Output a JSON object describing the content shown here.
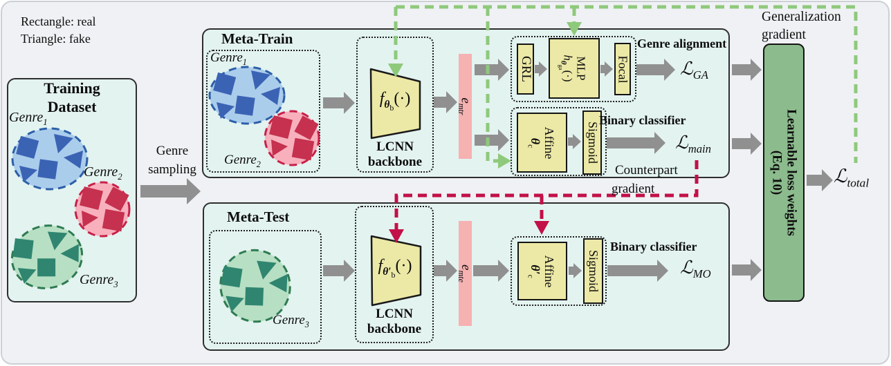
{
  "colors": {
    "panel_fill": "#e3f3f0",
    "module_yellow": "#ece9a6",
    "embedding_pink": "#f6b1b1",
    "weights_green": "#8cbb8d",
    "generalization_gradient_green": "#8fc97c",
    "counterpart_gradient_red": "#c31048",
    "arrow_gray": "#909090",
    "genre1_fill": "#abcdec",
    "genre1_stroke": "#2c5fa8",
    "genre1_shape": "#3b63b4",
    "genre2_fill": "#f8b0bd",
    "genre2_stroke": "#c82049",
    "genre2_shape": "#c5314e",
    "genre3_fill": "#b7dfc3",
    "genre3_stroke": "#2e7b51",
    "genre3_shape": "#2f8570"
  },
  "legend": {
    "rectangle_real": "Rectangle: real",
    "triangle_fake": "Triangle: fake"
  },
  "training_dataset": {
    "title_line1": "Training",
    "title_line2": "Dataset",
    "genre1_base": "Genre",
    "genre1_sub": "1",
    "genre2_base": "Genre",
    "genre2_sub": "2",
    "genre3_base": "Genre",
    "genre3_sub": "3"
  },
  "genre_sampling": {
    "line1": "Genre",
    "line2": "sampling"
  },
  "meta_train": {
    "title": "Meta-Train",
    "genre1_base": "Genre",
    "genre1_sub": "1",
    "genre2_base": "Genre",
    "genre2_sub": "2",
    "backbone_fn": {
      "f": "f",
      "theta": "θ",
      "theta_sub": "b",
      "args": "(·)"
    },
    "backbone_line1": "LCNN",
    "backbone_line2": "backbone",
    "embedding_base": "e",
    "embedding_sub": "mtr",
    "grl": "GRL",
    "mlp_line1": "MLP",
    "mlp_fn": {
      "h": "h",
      "theta": "θ",
      "theta_sub": "ga",
      "args": "(·)"
    },
    "focal": "Focal",
    "genre_alignment_label": "Genre alignment",
    "loss_ga_base": "ℒ",
    "loss_ga_sub": "GA",
    "affine_line1": "Affine",
    "affine_theta": "θ",
    "affine_theta_sub": "c",
    "sigmoid": "Sigmoid",
    "binary_classifier_label": "Binary classifier",
    "loss_main_base": "ℒ",
    "loss_main_sub": "main"
  },
  "meta_test": {
    "title": "Meta-Test",
    "genre3_base": "Genre",
    "genre3_sub": "3",
    "backbone_fn": {
      "f": "f",
      "theta": "θ′",
      "theta_sub": "b",
      "args": "(·)"
    },
    "backbone_line1": "LCNN",
    "backbone_line2": "backbone",
    "embedding_base": "e",
    "embedding_sub": "mte",
    "affine_line1": "Affine",
    "affine_theta": "θ′",
    "affine_theta_sub": "c",
    "sigmoid": "Sigmoid",
    "binary_classifier_label": "Binary classifier",
    "loss_mo_base": "ℒ",
    "loss_mo_sub": "MO"
  },
  "weights_box": {
    "line1": "Learnable loss weights",
    "line2": "(Eq. 10)"
  },
  "loss_total": {
    "base": "ℒ",
    "sub": "total"
  },
  "annotations": {
    "generalization_line1": "Generalization",
    "generalization_line2": "gradient",
    "counterpart_line1": "Counterpart",
    "counterpart_line2": "gradient"
  }
}
